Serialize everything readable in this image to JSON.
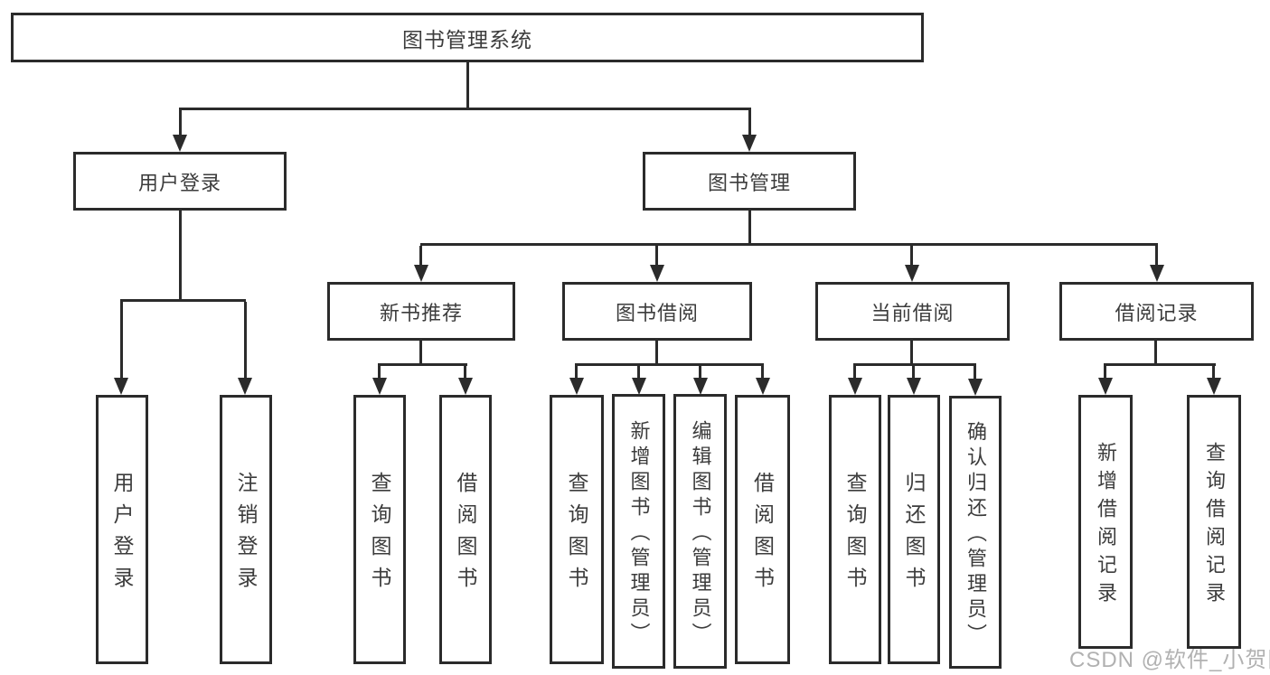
{
  "diagram": {
    "root": "图书管理系统",
    "branches": {
      "user_login": {
        "label": "用户登录",
        "children": {
          "login": "用户登录",
          "logout": "注销登录"
        }
      },
      "book_management": {
        "label": "图书管理",
        "sections": {
          "new_book": {
            "label": "新书推荐",
            "children": {
              "query": "查询图书",
              "borrow": "借阅图书"
            }
          },
          "borrowing": {
            "label": "图书借阅",
            "children": {
              "query": "查询图书",
              "add": "新增图书（管理员）",
              "edit": "编辑图书（管理员）",
              "borrow": "借阅图书"
            }
          },
          "current": {
            "label": "当前借阅",
            "children": {
              "query": "查询图书",
              "return": "归还图书",
              "confirm": "确认归还（管理员）"
            }
          },
          "records": {
            "label": "借阅记录",
            "children": {
              "add": "新增借阅记录",
              "query": "查询借阅记录"
            }
          }
        }
      }
    }
  },
  "colors": {
    "line": "#2b2b2b",
    "text": "#3c3c3c",
    "watermark": "#a8a8a8"
  },
  "watermark": "CSDN @软件_小贺同学"
}
